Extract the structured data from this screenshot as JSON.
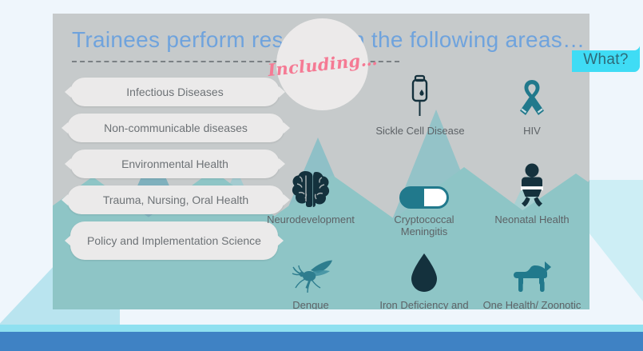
{
  "slide": {
    "title": "Trainees perform research in the following areas…",
    "badge": {
      "label": "What?",
      "color": "#3fdcf5",
      "text_color": "#2e6a79"
    },
    "including_label": "Including…",
    "accent_colors": {
      "title_blue": "#6fa3dd",
      "panel_gray": "#c6cacb",
      "mountain_dark": "#7fb0bd",
      "mountain_mid": "#8fc0c7",
      "mountain_light": "#a8d0d2",
      "foot_teal": "#8ec5c6",
      "icon_teal": "#21798c",
      "icon_navy": "#124155",
      "script_pink": "#f57a94",
      "bottom_bar_blue": "#3f82c4",
      "cyan_strip": "#8fe0f0"
    }
  },
  "research_areas": [
    {
      "label": "Infectious Diseases"
    },
    {
      "label": "Non-communicable diseases"
    },
    {
      "label": "Environmental Health"
    },
    {
      "label": "Trauma, Nursing, Oral Health"
    },
    {
      "label": "Policy and Implementation Science"
    }
  ],
  "topics": [
    {
      "label": "Sickle Cell Disease",
      "icon": "iv-bag-icon"
    },
    {
      "label": "HIV",
      "icon": "awareness-ribbon-icon"
    },
    {
      "label": "Neurodevelopment",
      "icon": "brain-icon"
    },
    {
      "label": "Cryptococcal Meningitis",
      "icon": "capsule-pill-icon"
    },
    {
      "label": "Neonatal Health",
      "icon": "baby-icon"
    },
    {
      "label": "Dengue",
      "icon": "mosquito-icon"
    },
    {
      "label": "Iron Deficiency and Nutrition",
      "icon": "water-droplet-icon"
    },
    {
      "label": "One Health/ Zoonotic Disease",
      "icon": "dog-icon"
    }
  ]
}
